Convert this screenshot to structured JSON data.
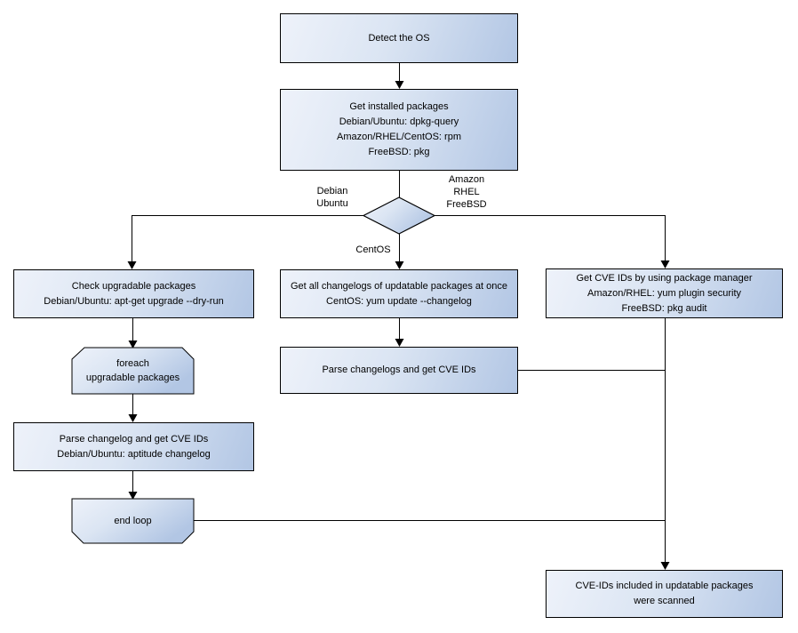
{
  "diagram": {
    "type": "flowchart",
    "topic": "OS package vulnerability scan flow",
    "nodes": {
      "detect_os": {
        "label": "Detect the OS"
      },
      "get_installed": {
        "label": "Get installed packages\nDebian/Ubuntu: dpkg-query\nAmazon/RHEL/CentOS: rpm\nFreeBSD: pkg"
      },
      "check_upgradable": {
        "label": "Check upgradable packages\nDebian/Ubuntu: apt-get upgrade --dry-run"
      },
      "foreach_loop": {
        "label": "foreach\nupgradable packages"
      },
      "parse_changelog": {
        "label": "Parse changelog and get CVE IDs\nDebian/Ubuntu: aptitude changelog"
      },
      "end_loop": {
        "label": "end loop"
      },
      "get_changelogs": {
        "label": "Get all changelogs of updatable packages at once\nCentOS: yum update --changelog"
      },
      "parse_changelogs": {
        "label": "Parse changelogs and get CVE IDs"
      },
      "get_cve_pkg_manager": {
        "label": "Get CVE IDs by using package manager\nAmazon/RHEL: yum plugin security\nFreeBSD: pkg audit"
      },
      "scan_result": {
        "label": "CVE-IDs included in updatable packages\nwere scanned"
      }
    },
    "branch_labels": {
      "debian_ubuntu": "Debian\nUbuntu",
      "amazon_rhel_freebsd": "Amazon\nRHEL\nFreeBSD",
      "centos": "CentOS"
    },
    "colors": {
      "node_fill_light": "#eef2fa",
      "node_fill_mid": "#dbe5f3",
      "node_fill_dark": "#b2c6e4",
      "node_border": "#000000",
      "connector": "#000000",
      "background": "#ffffff",
      "text": "#000000"
    }
  }
}
